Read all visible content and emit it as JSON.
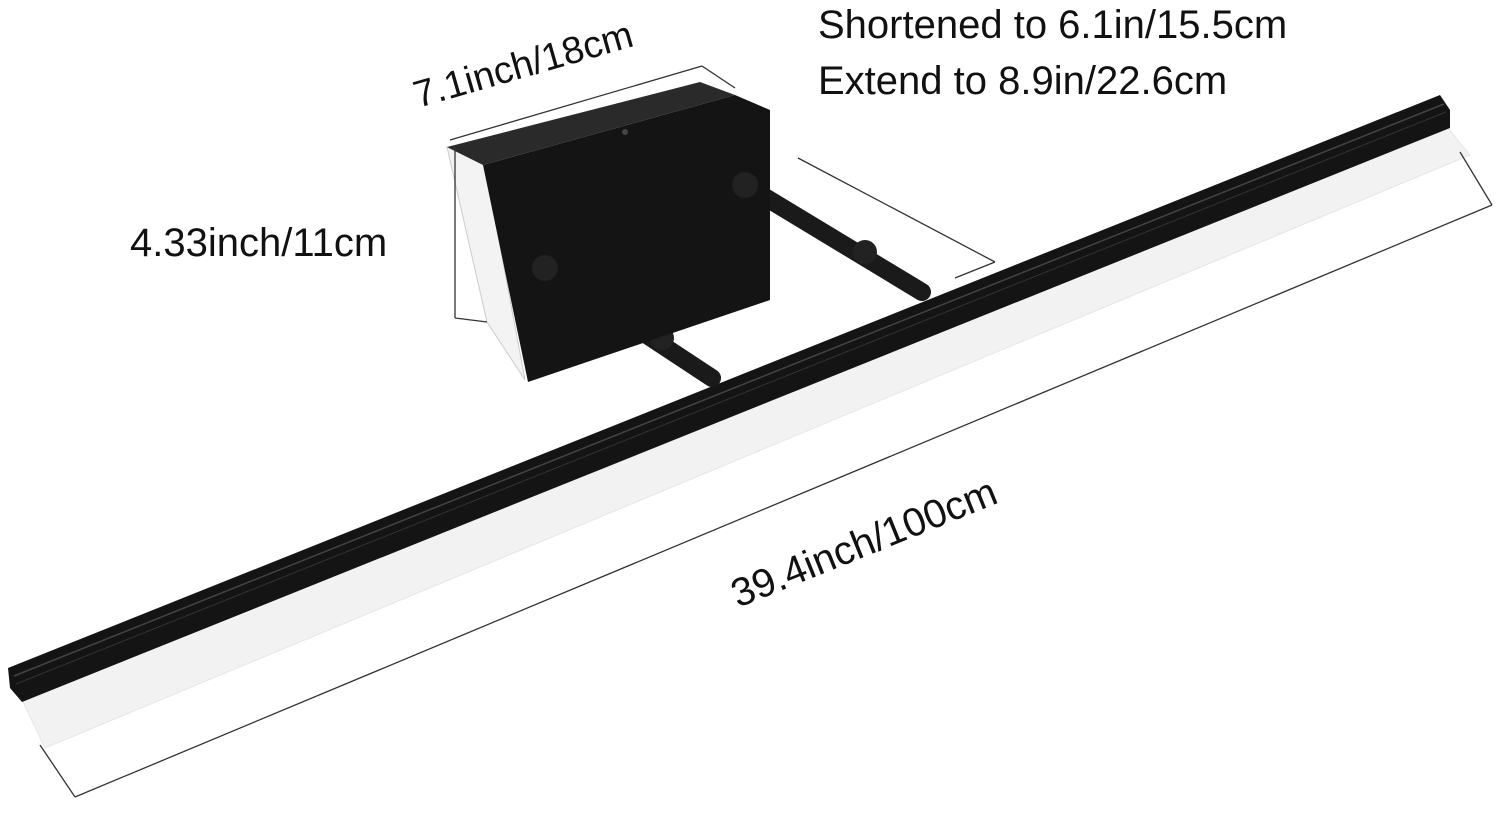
{
  "dimensions": {
    "box_width": "7.1inch/18cm",
    "box_height": "4.33inch/11cm",
    "bar_length": "39.4inch/100cm",
    "arm_shortened": "Shortened to 6.1in/15.5cm",
    "arm_extended": "Extend to 8.9in/22.6cm"
  },
  "colors": {
    "fixture": "#141414",
    "diffuser": "#ffffff",
    "line": "#333333"
  }
}
